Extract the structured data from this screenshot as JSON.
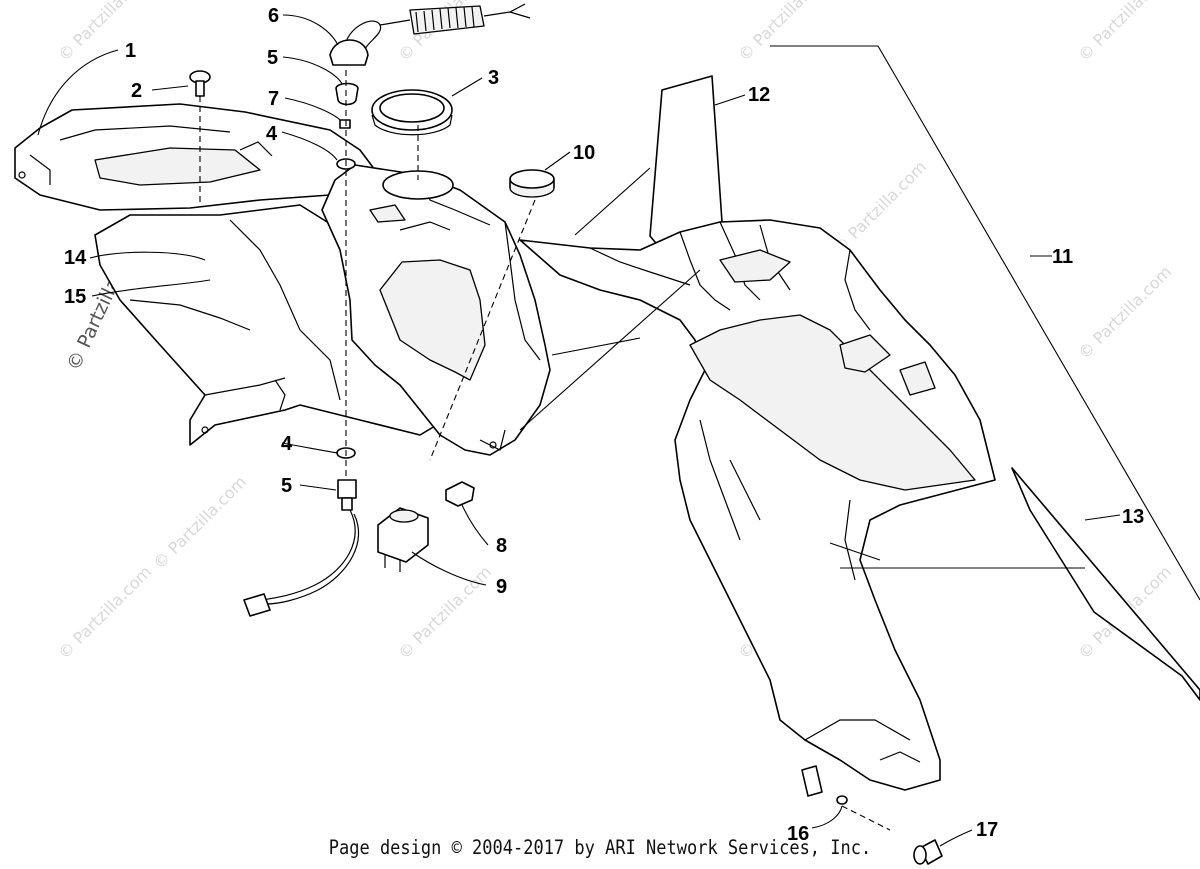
{
  "watermark": {
    "text": "© Partzilla.com"
  },
  "callouts": [
    {
      "id": "c1",
      "label": "1"
    },
    {
      "id": "c2",
      "label": "2"
    },
    {
      "id": "c3",
      "label": "3"
    },
    {
      "id": "c4a",
      "label": "4"
    },
    {
      "id": "c4b",
      "label": "4"
    },
    {
      "id": "c5a",
      "label": "5"
    },
    {
      "id": "c5b",
      "label": "5"
    },
    {
      "id": "c6",
      "label": "6"
    },
    {
      "id": "c7",
      "label": "7"
    },
    {
      "id": "c8",
      "label": "8"
    },
    {
      "id": "c9",
      "label": "9"
    },
    {
      "id": "c10",
      "label": "10"
    },
    {
      "id": "c11",
      "label": "11"
    },
    {
      "id": "c12",
      "label": "12"
    },
    {
      "id": "c13",
      "label": "13"
    },
    {
      "id": "c14",
      "label": "14"
    },
    {
      "id": "c15",
      "label": "15"
    },
    {
      "id": "c16",
      "label": "16"
    },
    {
      "id": "c17",
      "label": "17"
    }
  ],
  "footer": {
    "text": "Page design © 2004-2017 by ARI Network Services, Inc."
  }
}
